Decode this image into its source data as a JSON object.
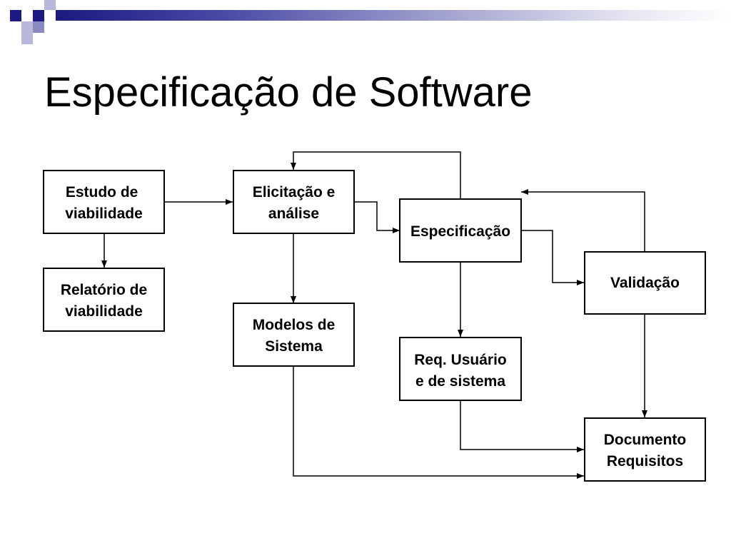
{
  "slide": {
    "title": "Especificação de Software"
  },
  "diagram": {
    "nodes": [
      {
        "id": "estudo",
        "label": "Estudo de \nviabilidade"
      },
      {
        "id": "relatorio",
        "label": "Relatório de\nviabilidade"
      },
      {
        "id": "elicitacao",
        "label": "Elicitação e\nanálise"
      },
      {
        "id": "modelos",
        "label": "Modelos de\nSistema"
      },
      {
        "id": "especificacao",
        "label": "Especificação"
      },
      {
        "id": "requsuario",
        "label": "Req. Usuário\ne de sistema"
      },
      {
        "id": "validacao",
        "label": "Validação"
      },
      {
        "id": "documento",
        "label": "Documento\nRequisitos"
      }
    ],
    "edges": [
      {
        "from": "estudo",
        "to": "elicitacao"
      },
      {
        "from": "estudo",
        "to": "relatorio"
      },
      {
        "from": "elicitacao",
        "to": "modelos"
      },
      {
        "from": "elicitacao",
        "to": "especificacao"
      },
      {
        "from": "especificacao",
        "to": "elicitacao"
      },
      {
        "from": "especificacao",
        "to": "requsuario"
      },
      {
        "from": "especificacao",
        "to": "validacao"
      },
      {
        "from": "validacao",
        "to": "especificacao"
      },
      {
        "from": "validacao",
        "to": "documento"
      },
      {
        "from": "requsuario",
        "to": "documento"
      },
      {
        "from": "modelos",
        "to": "documento"
      }
    ]
  },
  "colors": {
    "accent": "#1a1a80",
    "line": "#000000"
  }
}
